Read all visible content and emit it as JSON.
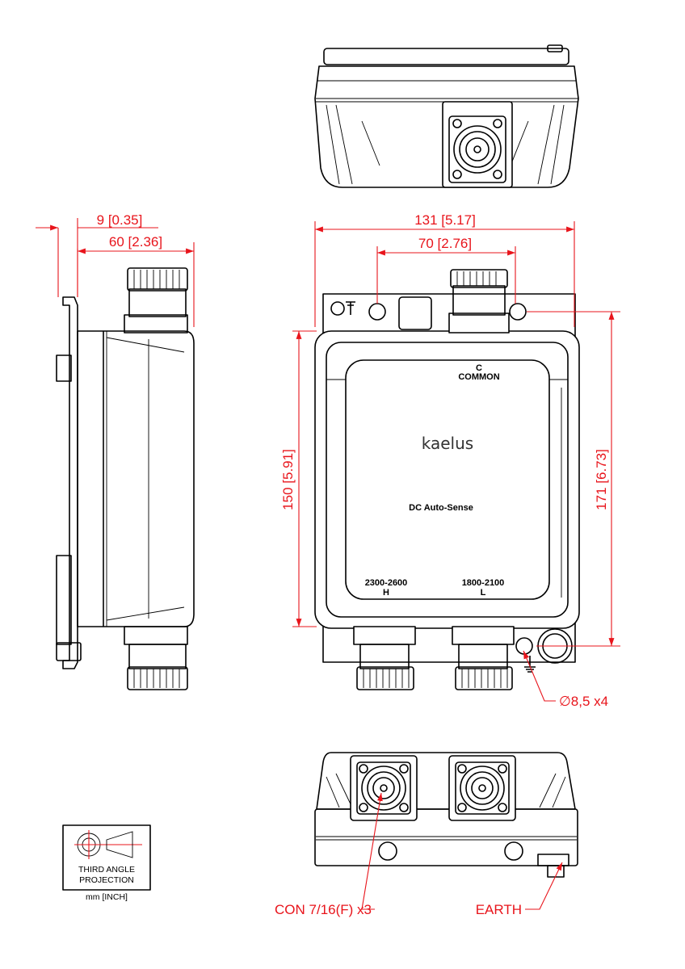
{
  "dimensions": {
    "offset_side": "9 [0.35]",
    "depth": "60 [2.36]",
    "width": "131 [5.17]",
    "connector_spacing": "70 [2.76]",
    "body_height": "150 [5.91]",
    "overall_height": "171 [6.73]",
    "hole_callout": "∅8,5 x4"
  },
  "front_labels": {
    "common_port": "C",
    "common_text": "COMMON",
    "brand": "kaelus",
    "dc_text": "DC Auto-Sense",
    "high_range": "2300-2600",
    "high_port": "H",
    "low_range": "1800-2100",
    "low_port": "L"
  },
  "callouts": {
    "connector": "CON 7/16(F) x3",
    "earth": "EARTH"
  },
  "projection": {
    "line1": "THIRD ANGLE",
    "line2": "PROJECTION",
    "units": "mm [INCH]"
  },
  "colors": {
    "dimension": "#e8141b",
    "linework": "#000000"
  }
}
